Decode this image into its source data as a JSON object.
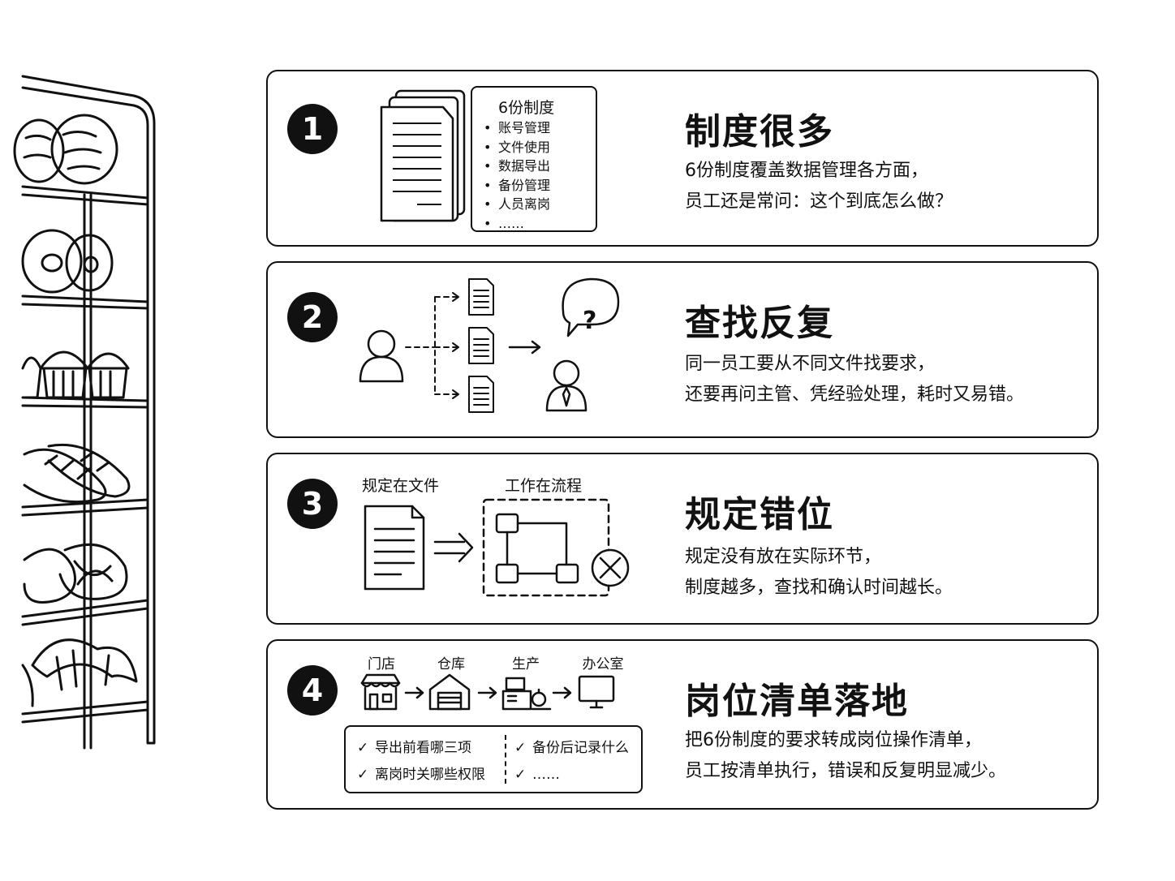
{
  "cards": [
    {
      "badge": "1",
      "title": "制度很多",
      "lines": [
        "6份制度覆盖数据管理各方面，",
        "员工还是常问：这个到底怎么做？"
      ],
      "popup": {
        "heading": "6份制度",
        "items": [
          "账号管理",
          "文件使用",
          "数据导出",
          "备份管理",
          "人员离岗",
          "……"
        ]
      }
    },
    {
      "badge": "2",
      "title": "查找反复",
      "lines": [
        "同一员工要从不同文件找要求，",
        "还要再问主管、凭经验处理，耗时又易错。"
      ],
      "question_mark": "?"
    },
    {
      "badge": "3",
      "title": "规定错位",
      "lines": [
        "规定没有放在实际环节，",
        "制度越多，查找和确认时间越长。"
      ],
      "left_label": "规定在文件",
      "right_label": "工作在流程"
    },
    {
      "badge": "4",
      "title": "岗位清单落地",
      "lines": [
        "把6份制度的要求转成岗位操作清单，",
        "员工按清单执行，错误和反复明显减少。"
      ],
      "locations": [
        "门店",
        "仓库",
        "生产",
        "办公室"
      ],
      "checklist": {
        "left": [
          "导出前看哪三项",
          "离岗时关哪些权限"
        ],
        "right": [
          "备份后记录什么",
          "……"
        ],
        "check_mark": "✓"
      }
    }
  ]
}
